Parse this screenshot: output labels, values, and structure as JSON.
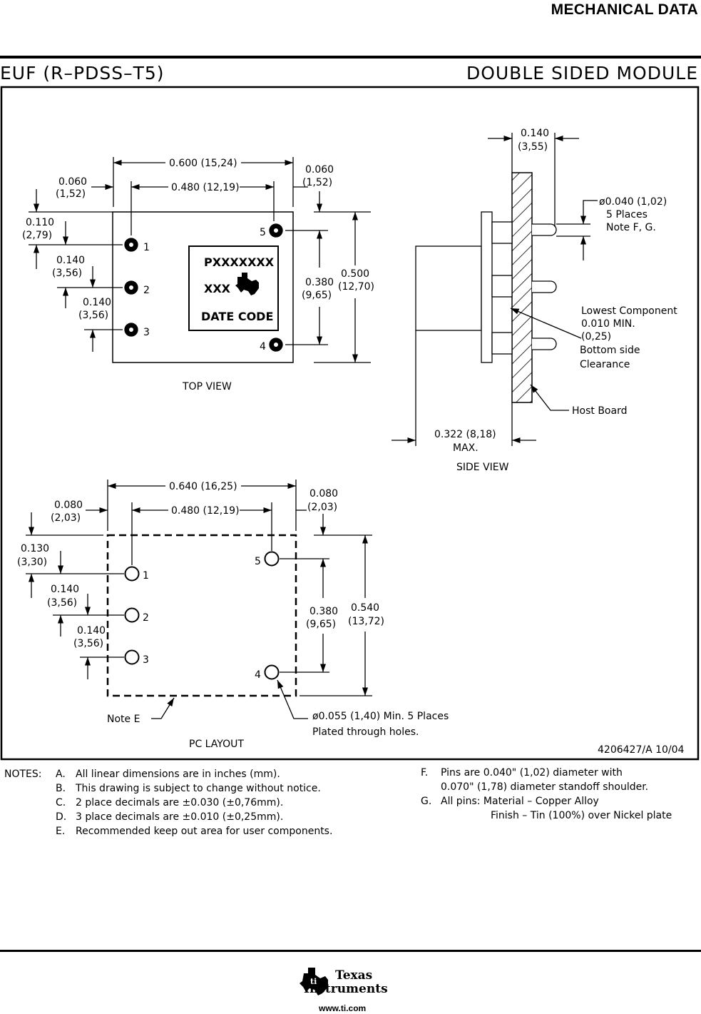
{
  "header": {
    "section": "MECHANICAL DATA"
  },
  "title_bar": {
    "package": "EUF (R–PDSS–T5)",
    "module": "DOUBLE SIDED MODULE"
  },
  "top_view": {
    "caption": "TOP VIEW",
    "label_lines": [
      "PXXXXXXX",
      "XXX",
      "DATE CODE"
    ],
    "pins": [
      "1",
      "2",
      "3",
      "4",
      "5"
    ],
    "dims": {
      "overall_width": "0.600 (15,24)",
      "pin_span": "0.480 (12,19)",
      "left_margin": [
        "0.060",
        "(1,52)"
      ],
      "right_margin": [
        "0.060",
        "(1,52)"
      ],
      "top_offset": [
        "0.110",
        "(2,79)"
      ],
      "pitch_1_2": [
        "0.140",
        "(3,56)"
      ],
      "pitch_2_3": [
        "0.140",
        "(3,56)"
      ],
      "pin5_pin4": [
        "0.380",
        "(9,65)"
      ],
      "height": [
        "0.500",
        "(12,70)"
      ]
    }
  },
  "side_view": {
    "caption": "SIDE VIEW",
    "board_thickness": [
      "0.140",
      "(3,55)"
    ],
    "pin_note": [
      "ø0.040 (1,02)",
      "5 Places",
      "Note F, G."
    ],
    "clearance_note": [
      "Lowest Component",
      "0.010 MIN.",
      "(0,25)",
      "Bottom side",
      "Clearance"
    ],
    "host_board": "Host Board",
    "max_height": [
      "0.322 (8,18)",
      "MAX."
    ]
  },
  "pc_layout": {
    "caption": "PC LAYOUT",
    "pins": [
      "1",
      "2",
      "3",
      "4",
      "5"
    ],
    "note_e": "Note E",
    "hole_note": [
      "ø0.055 (1,40) Min. 5 Places",
      "Plated through holes."
    ],
    "dims": {
      "overall_width": "0.640 (16,25)",
      "pin_span": "0.480 (12,19)",
      "left_margin": [
        "0.080",
        "(2,03)"
      ],
      "right_margin": [
        "0.080",
        "(2,03)"
      ],
      "top_offset": [
        "0.130",
        "(3,30)"
      ],
      "pitch_1_2": [
        "0.140",
        "(3,56)"
      ],
      "pitch_2_3": [
        "0.140",
        "(3,56)"
      ],
      "pin5_pin4": [
        "0.380",
        "(9,65)"
      ],
      "height": [
        "0.540",
        "(13,72)"
      ]
    }
  },
  "drawing_number": "4206427/A 10/04",
  "notes": {
    "heading": "NOTES:",
    "items_left": [
      {
        "letter": "A.",
        "text": "All linear dimensions are in inches (mm)."
      },
      {
        "letter": "B.",
        "text": "This drawing is subject to change without notice."
      },
      {
        "letter": "C.",
        "text": "2 place decimals are ±0.030 (±0,76mm)."
      },
      {
        "letter": "D.",
        "text": "3 place decimals are ±0.010 (±0,25mm)."
      },
      {
        "letter": "E.",
        "text": "Recommended keep out area for user components."
      }
    ],
    "items_right": [
      {
        "letter": "F.",
        "text": "Pins  are 0.040\" (1,02) diameter with",
        "cont": "0.070\" (1,78) diameter standoff shoulder."
      },
      {
        "letter": "G.",
        "text": "All pins: Material – Copper Alloy",
        "cont": "Finish – Tin (100%) over Nickel plate"
      }
    ]
  },
  "footer": {
    "brand_line1": "Texas",
    "brand_line2": "Instruments",
    "url": "www.ti.com"
  }
}
